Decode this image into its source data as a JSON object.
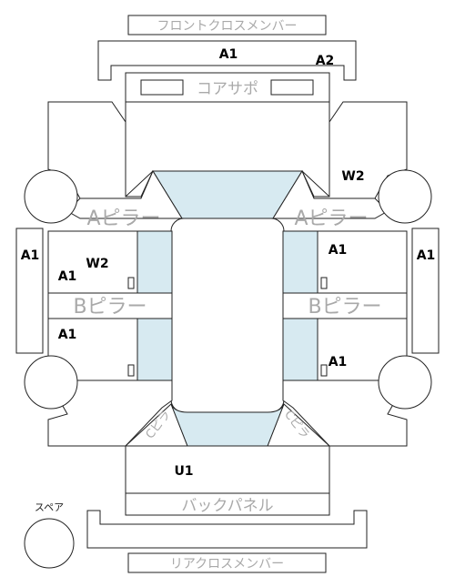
{
  "panels": {
    "front_cross_member": "フロントクロスメンバー",
    "core_support": "コアサポ",
    "a_pillar_left": "Aピラー",
    "a_pillar_right": "Aピラー",
    "b_pillar_left": "Bピラー",
    "b_pillar_right": "Bピラー",
    "back_panel": "バックパネル",
    "rear_cross_member": "リアクロスメンバー",
    "spare": "スペア",
    "c_pillar_left": "Cピラ",
    "c_pillar_right": "Cピラ"
  },
  "grades": {
    "front_member": "A1",
    "front_member_right": "A2",
    "right_fender_rear": "W2",
    "left_side_sill": "A1",
    "right_side_sill": "A1",
    "left_front_door": "A1",
    "left_front_door_extra": "W2",
    "right_front_door": "A1",
    "left_rear_door": "A1",
    "right_rear_door": "A1",
    "trunk": "U1"
  },
  "colors": {
    "outline": "#222222",
    "glass": "#d7eaf1",
    "label_gray": "#a9a9a9"
  }
}
